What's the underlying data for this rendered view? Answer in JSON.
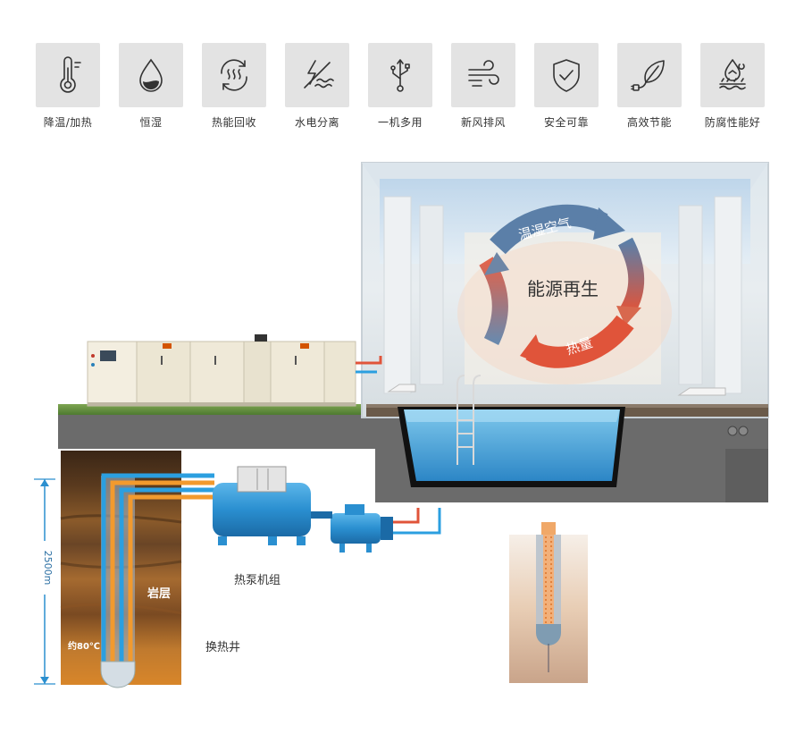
{
  "features": [
    {
      "label": "降温/加热",
      "icon": "thermometer-icon"
    },
    {
      "label": "恒湿",
      "icon": "water-drop-icon"
    },
    {
      "label": "热能回收",
      "icon": "heat-recovery-icon"
    },
    {
      "label": "水电分离",
      "icon": "water-electric-separation-icon"
    },
    {
      "label": "一机多用",
      "icon": "usb-multi-use-icon"
    },
    {
      "label": "新风排风",
      "icon": "wind-icon"
    },
    {
      "label": "安全可靠",
      "icon": "shield-check-icon"
    },
    {
      "label": "高效节能",
      "icon": "leaf-plug-icon"
    },
    {
      "label": "防腐性能好",
      "icon": "anti-corrosion-icon"
    }
  ],
  "diagram": {
    "cycle_top_label": "温湿空气",
    "cycle_center_label": "能源再生",
    "cycle_bottom_label": "热量",
    "heat_pump_label": "热泵机组",
    "well_label": "换热井",
    "rock_label": "岩层",
    "depth_label": "2500m",
    "temperature_label": "约80℃"
  },
  "colors": {
    "cycle_blue": "#5b7fa8",
    "cycle_red": "#e0543a",
    "pipe_blue": "#2b9fe0",
    "pipe_orange": "#f29a2e",
    "ground": "#6b6b6b",
    "pump_blue": "#2a8fd0"
  }
}
